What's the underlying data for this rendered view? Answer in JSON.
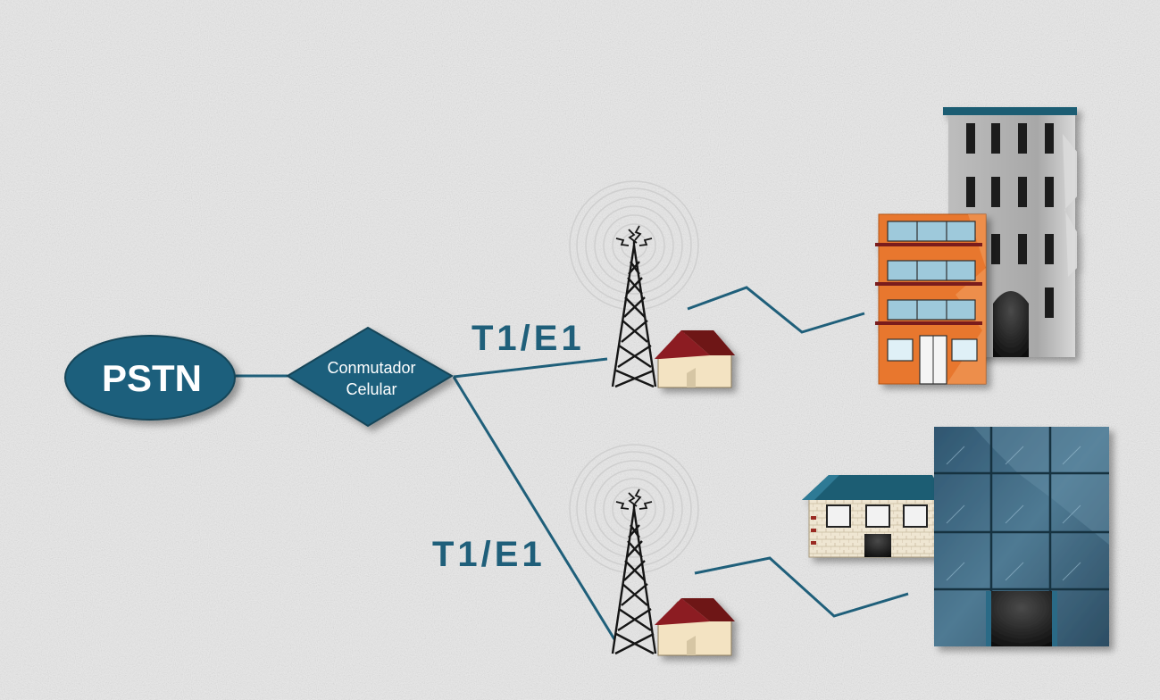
{
  "nodes": {
    "pstn": {
      "label": "PSTN"
    },
    "switch": {
      "line1": "Conmutador",
      "line2": "Celular"
    }
  },
  "links": {
    "upper": {
      "label": "T1/E1"
    },
    "lower": {
      "label": "T1/E1"
    }
  },
  "colors": {
    "node_fill": "#1b5f7c",
    "node_text": "#ffffff",
    "link_line": "#1f5f7a",
    "link_label": "#1f5f7a",
    "background": "#e9e9e9",
    "roof": "#8c1c22",
    "office_orange": "#e8772e",
    "glass_building": "#2f5670"
  },
  "icons": {
    "tower": "cell-tower-icon",
    "hut": "equipment-shelter-icon",
    "office": "office-building-icon",
    "glass": "glass-tower-icon",
    "house": "house-icon"
  }
}
